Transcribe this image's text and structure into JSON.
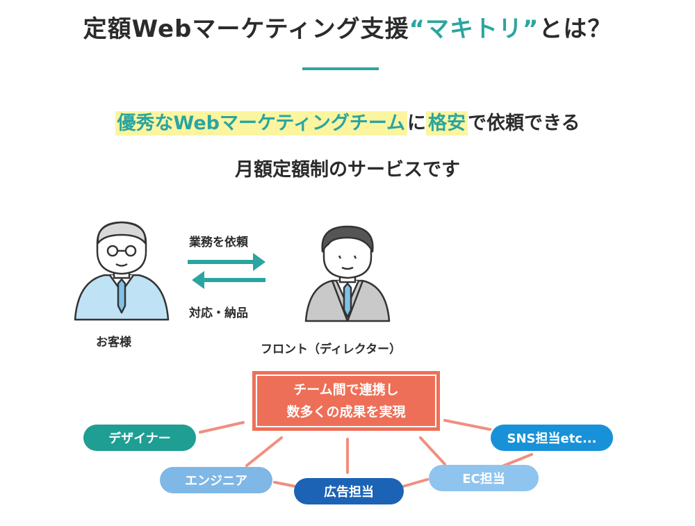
{
  "title": {
    "prefix": "定額Webマーケティング支援",
    "accent": "“マキトリ”",
    "suffix": "とは？"
  },
  "lead": {
    "line1_hl1": "優秀なWebマーケティングチーム",
    "line1_mid": "に",
    "line1_hl2": "格安",
    "line1_end": "で依頼できる",
    "line2": "月額定額制のサービスです"
  },
  "flow": {
    "request_label": "業務を依頼",
    "response_label": "対応・納品",
    "client_label": "お客様",
    "front_label": "フロント（ディレクター）"
  },
  "team": {
    "center_line1": "チーム間で連携し",
    "center_line2": "数多くの成果を実現",
    "roles": [
      "デザイナー",
      "エンジニア",
      "広告担当",
      "EC担当",
      "SNS担当etc..."
    ]
  },
  "colors": {
    "accent": "#2aa5a0",
    "highlight": "#fbf5a0",
    "center_box": "#ee6f58",
    "connector": "#ef8f80",
    "designer": "#1f9e94",
    "engineer": "#7fb7e6",
    "ads": "#1c63b6",
    "ec": "#8fc4ee",
    "sns": "#1991d8"
  }
}
